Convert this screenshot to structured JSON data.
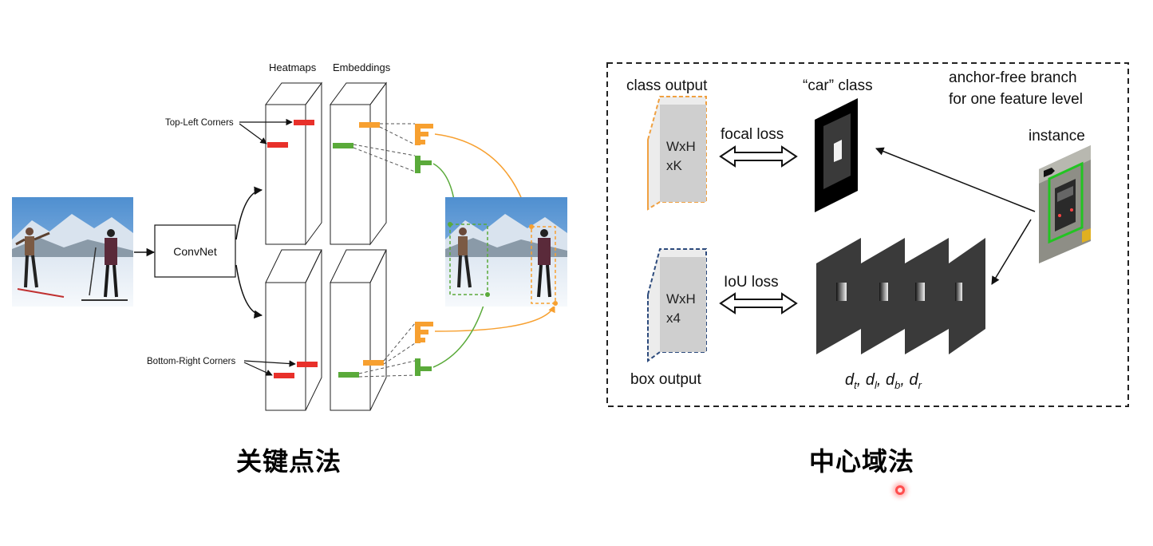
{
  "left_diagram": {
    "col_heatmaps": "Heatmaps",
    "col_embeddings": "Embeddings",
    "label_top_left": "Top-Left Corners",
    "label_bottom_right": "Bottom-Right Corners",
    "convnet": "ConvNet",
    "caption": "关键点法"
  },
  "right_diagram": {
    "class_output": "class output",
    "car_class": "“car” class",
    "branch_line1": "anchor-free branch",
    "branch_line2": "for one feature level",
    "instance": "instance",
    "focal_loss": "focal loss",
    "iou_loss": "IoU loss",
    "cls_dims_1": "WxH",
    "cls_dims_2": "xK",
    "box_dims_1": "WxH",
    "box_dims_2": "x4",
    "box_output": "box output",
    "regress_base": "d",
    "regress_subs": [
      "t",
      "l",
      "b",
      "r"
    ],
    "caption": "中心域法"
  },
  "colors": {
    "heatmap_mark": "#e8302a",
    "embed_orange": "#f7a030",
    "embed_green": "#5aaa3a",
    "class_border": "#f0a040",
    "box_border": "#2c4a7c",
    "sky": "#6fa6d8",
    "snow": "#eef3fa"
  }
}
